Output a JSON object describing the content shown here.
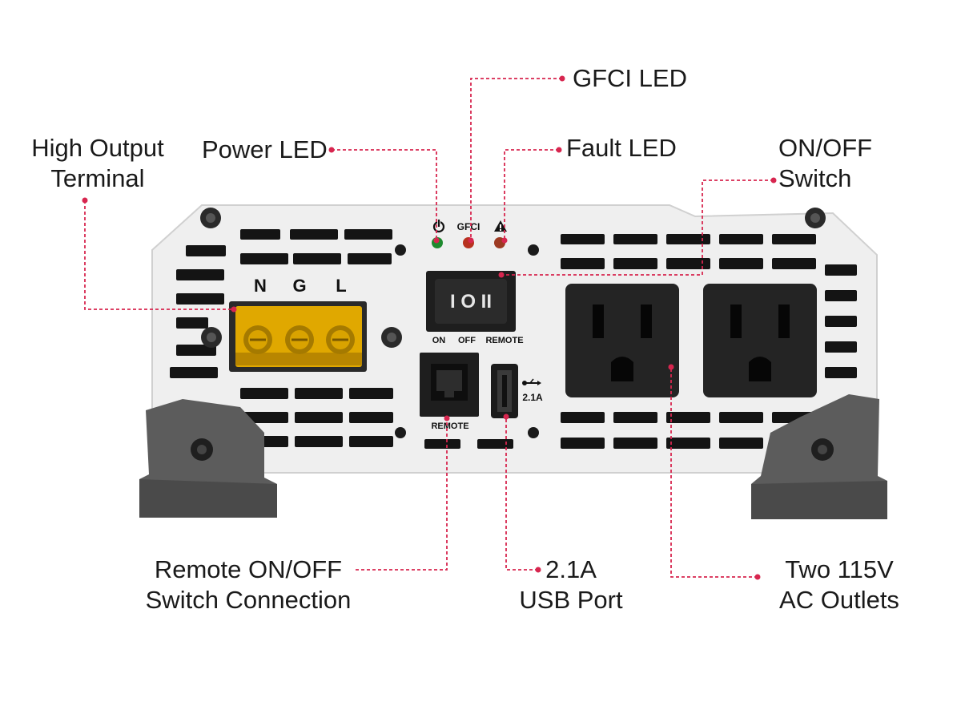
{
  "callouts": {
    "high_output_terminal": [
      "High Output",
      "Terminal"
    ],
    "power_led": "Power LED",
    "gfci_led": "GFCI LED",
    "fault_led": "Fault LED",
    "on_off_switch": [
      "ON/OFF",
      "Switch"
    ],
    "remote_switch_connection": [
      "Remote ON/OFF",
      "Switch Connection"
    ],
    "usb_port": [
      "2.1A",
      "USB Port"
    ],
    "ac_outlets": [
      "Two 115V",
      "AC Outlets"
    ]
  },
  "panel_labels": {
    "terminal_n": "N",
    "terminal_g": "G",
    "terminal_l": "L",
    "gfci": "GFCI",
    "switch_on": "ON",
    "switch_off": "OFF",
    "switch_remote": "REMOTE",
    "remote_port": "REMOTE",
    "usb_rating": "2.1A"
  },
  "icons": [
    "power-icon",
    "warning-icon",
    "usb-icon",
    "screw-icon"
  ],
  "colors": {
    "leader_line": "#d7264f",
    "panel": "#efefef",
    "terminal_amber": "#e0a800",
    "feet": "#5c5c5c",
    "outlet": "#242424",
    "led_green": "#1e8a2e",
    "led_red": "#b8321f"
  }
}
